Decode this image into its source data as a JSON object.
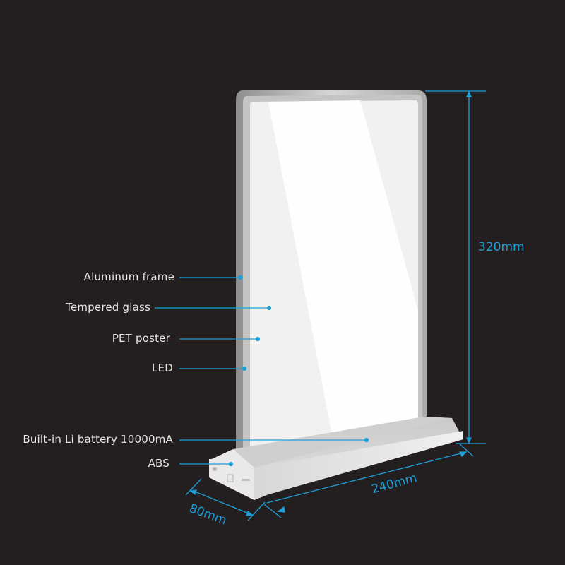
{
  "colors": {
    "background": "#231f20",
    "accent": "#1d9fd8",
    "label_text": "#e6e6e6",
    "frame": "#b9b9b9",
    "panel": "#f2f2f2",
    "base": "#dcdcdc"
  },
  "callouts": [
    {
      "id": "aluminum-frame",
      "label": "Aluminum frame"
    },
    {
      "id": "tempered-glass",
      "label": "Tempered glass"
    },
    {
      "id": "pet-poster",
      "label": "PET poster"
    },
    {
      "id": "led",
      "label": "LED"
    },
    {
      "id": "battery",
      "label": "Built-in Li battery 10000mA"
    },
    {
      "id": "abs",
      "label": "ABS"
    }
  ],
  "dimensions": {
    "height": "320mm",
    "width": "240mm",
    "depth": "80mm"
  }
}
